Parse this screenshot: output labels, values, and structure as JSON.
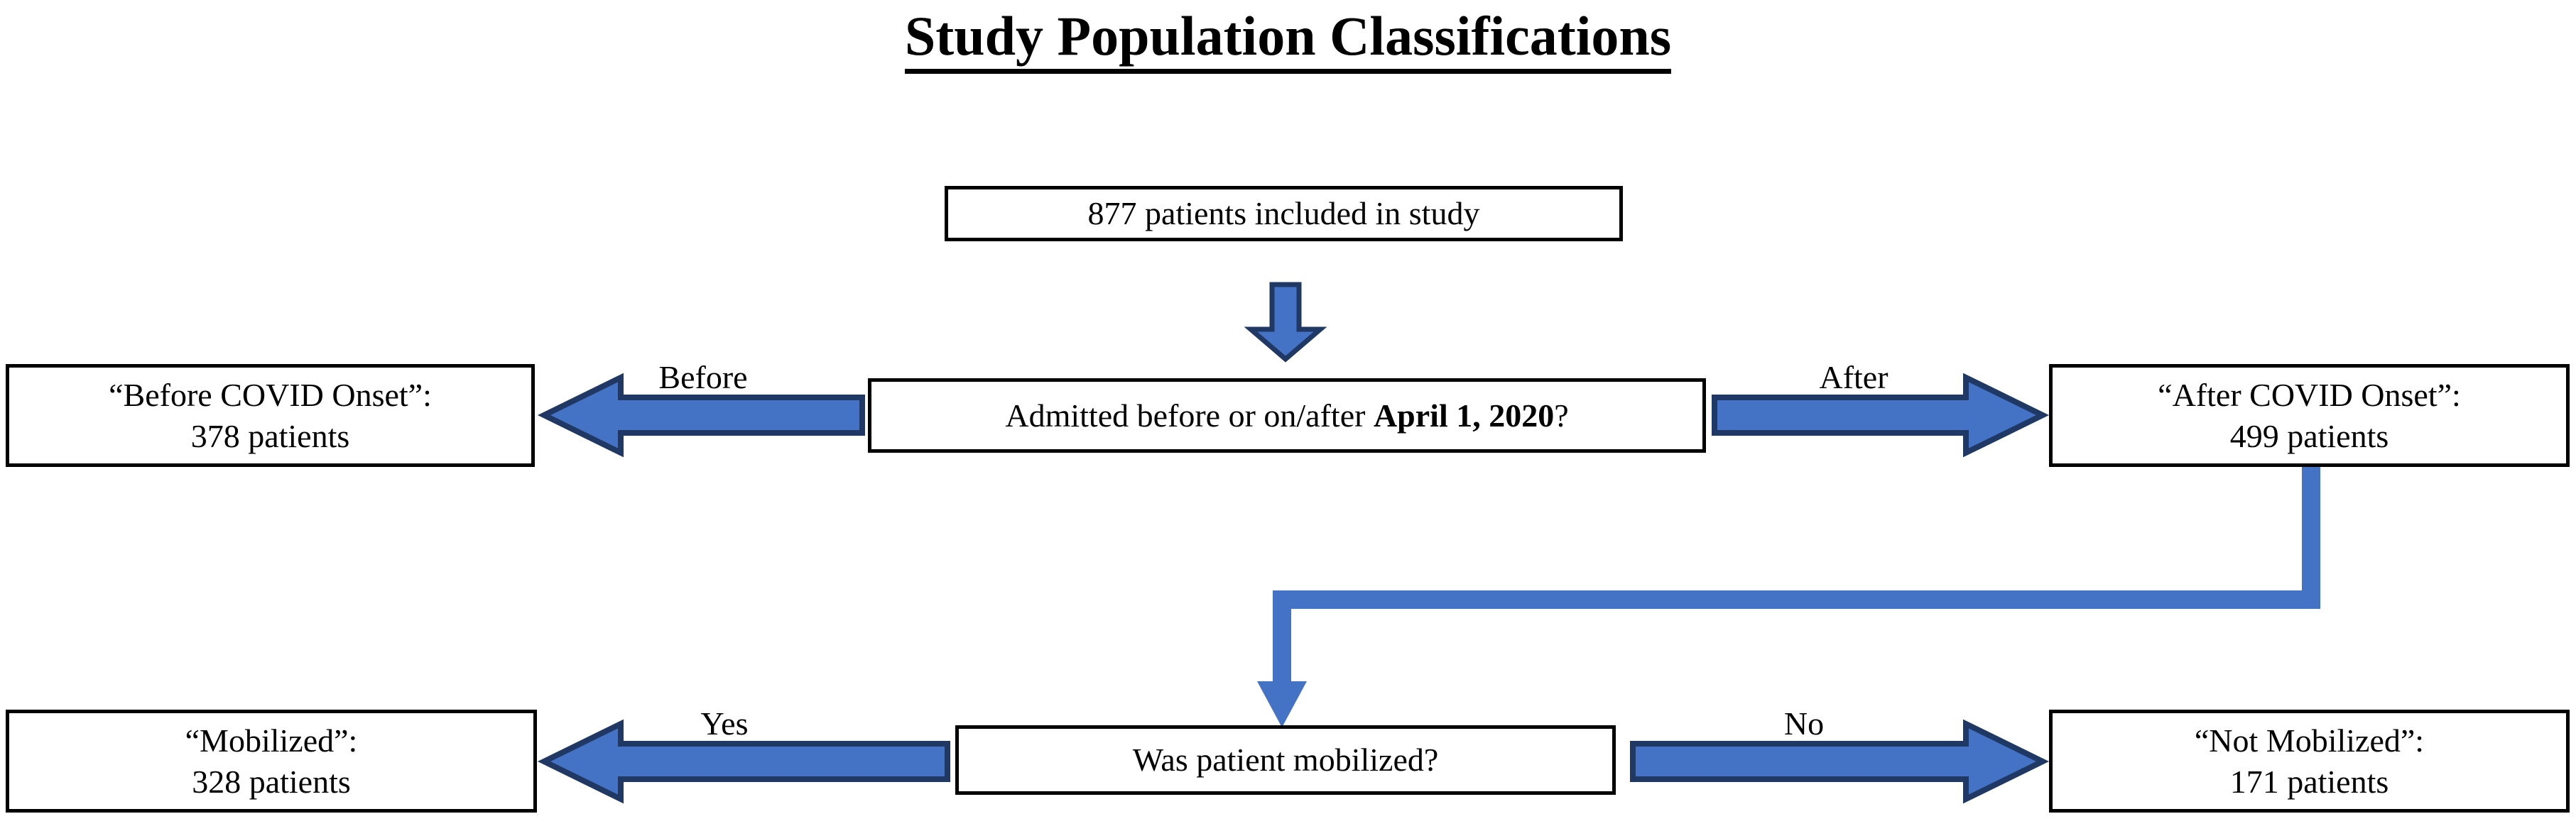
{
  "title": {
    "text": "Study Population Classifications"
  },
  "colors": {
    "arrow_fill": "#4472C4",
    "arrow_stroke": "#1F3864",
    "connector": "#4472C4",
    "box_border": "#000000",
    "box_fill": "#FFFFFF",
    "text": "#000000",
    "background": "#FFFFFF"
  },
  "nodes": {
    "root": {
      "label": "877 patients included in study"
    },
    "decision_admit": {
      "prefix": "Admitted before or on/after ",
      "emphasis": "April 1, 2020",
      "suffix": "?"
    },
    "before_covid": {
      "line1": "“Before COVID Onset”:",
      "line2": "378 patients"
    },
    "after_covid": {
      "line1": "“After COVID Onset”:",
      "line2": "499 patients"
    },
    "decision_mobilized": {
      "label": "Was patient mobilized?"
    },
    "mobilized": {
      "line1": "“Mobilized”:",
      "line2": "328 patients"
    },
    "not_mobilized": {
      "line1": "“Not Mobilized”:",
      "line2": "171 patients"
    }
  },
  "edges": {
    "before": {
      "label": "Before"
    },
    "after": {
      "label": "After"
    },
    "yes": {
      "label": "Yes"
    },
    "no": {
      "label": "No"
    },
    "root_to_decision": {
      "label": ""
    },
    "after_covid_to_mobilized": {
      "label": ""
    }
  },
  "chart_data": {
    "type": "flowchart",
    "title": "Study Population Classifications",
    "nodes": [
      {
        "id": "root",
        "text": "877 patients included in study",
        "value": 877,
        "shape": "rect"
      },
      {
        "id": "decision_admit",
        "text": "Admitted before or on/after April 1, 2020?",
        "shape": "rect"
      },
      {
        "id": "before_covid",
        "text": "“Before COVID Onset”: 378 patients",
        "value": 378,
        "shape": "rect"
      },
      {
        "id": "after_covid",
        "text": "“After COVID Onset”: 499 patients",
        "value": 499,
        "shape": "rect"
      },
      {
        "id": "decision_mobilized",
        "text": "Was patient mobilized?",
        "shape": "rect"
      },
      {
        "id": "mobilized",
        "text": "“Mobilized”: 328 patients",
        "value": 328,
        "shape": "rect"
      },
      {
        "id": "not_mobilized",
        "text": "“Not Mobilized”: 171 patients",
        "value": 171,
        "shape": "rect"
      }
    ],
    "edges": [
      {
        "from": "root",
        "to": "decision_admit",
        "label": "",
        "direction": "down"
      },
      {
        "from": "decision_admit",
        "to": "before_covid",
        "label": "Before",
        "direction": "left"
      },
      {
        "from": "decision_admit",
        "to": "after_covid",
        "label": "After",
        "direction": "right"
      },
      {
        "from": "after_covid",
        "to": "decision_mobilized",
        "label": "",
        "direction": "elbow-down-left"
      },
      {
        "from": "decision_mobilized",
        "to": "mobilized",
        "label": "Yes",
        "direction": "left"
      },
      {
        "from": "decision_mobilized",
        "to": "not_mobilized",
        "label": "No",
        "direction": "right"
      }
    ]
  }
}
